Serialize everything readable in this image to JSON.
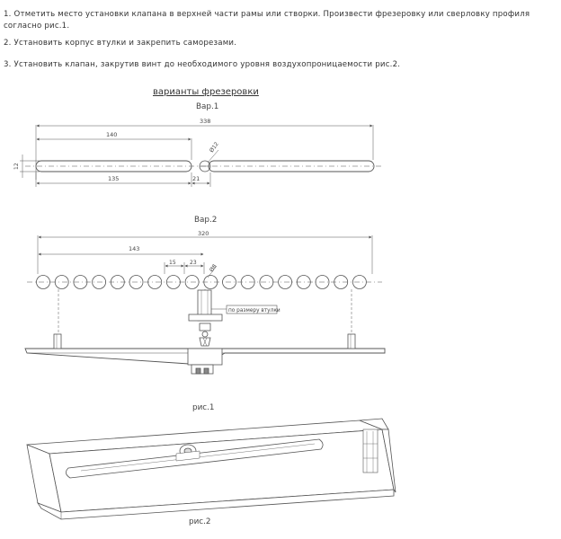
{
  "instructions": [
    {
      "num": "1.",
      "text": "Отметить место установки клапана в верхней части рамы или створки. Произвести фрезеровку или сверловку профиля согласно рис.1."
    },
    {
      "num": "2.",
      "text": "Установить корпус втулки и закрепить саморезами."
    },
    {
      "num": "3.",
      "text": "Установить клапан, закрутив винт до необходимого уровня воздухопроницаемости рис.2."
    }
  ],
  "variants_title": "варианты фрезеровки",
  "variant1_label": "Вар.1",
  "variant2_label": "Вар.2",
  "fig1_label": "рис.1",
  "fig2_label": "рис.2",
  "dimensions": {
    "v1_total": "338",
    "v1_half": "140",
    "v1_slot": "135",
    "v1_gap": "21",
    "v1_height": "12",
    "v1_diam": "Ø12",
    "v2_total": "320",
    "v2_half": "143",
    "v2_pitch1": "15",
    "v2_pitch2": "23",
    "v2_diam": "Ø8"
  },
  "callout_label": "по размеру втулки"
}
